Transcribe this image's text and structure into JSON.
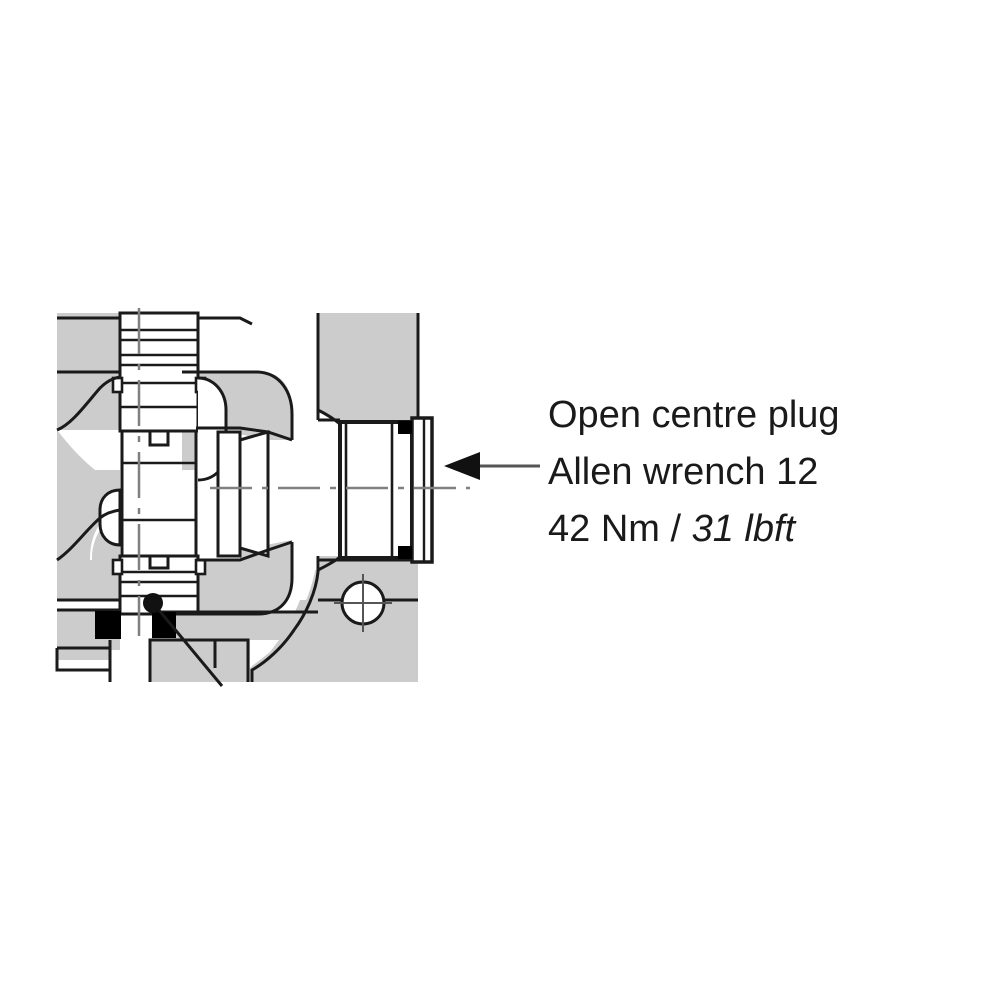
{
  "document": {
    "type": "technical-cross-section-diagram",
    "background_color": "#ffffff",
    "subject": "hydraulic valve open centre plug"
  },
  "callout": {
    "line1": "Open centre plug",
    "line2": "Allen wrench 12",
    "line3_prefix": "42 Nm / ",
    "line3_italic": "31 lbft",
    "text_color": "#1a1a1a",
    "arrow_direction": "left",
    "arrow_label": "pointer-to-open-centre-plug"
  },
  "drawing": {
    "section_fill": "#cccccc",
    "line_color": "#1a1a1a",
    "seal_color": "#000000",
    "centerline_color": "#808080",
    "components": [
      {
        "name": "threaded-spool-upper",
        "kind": "thread"
      },
      {
        "name": "threaded-spool-lower",
        "kind": "thread"
      },
      {
        "name": "valve-body",
        "kind": "casting"
      },
      {
        "name": "open-centre-plug",
        "kind": "plug"
      },
      {
        "name": "plug-flange",
        "kind": "flange"
      },
      {
        "name": "o-ring-seal-upper",
        "kind": "seal"
      },
      {
        "name": "o-ring-seal-lower",
        "kind": "seal"
      },
      {
        "name": "mounting-bolt-hole",
        "kind": "hole"
      },
      {
        "name": "leader-dot",
        "kind": "annotation-node"
      }
    ]
  }
}
